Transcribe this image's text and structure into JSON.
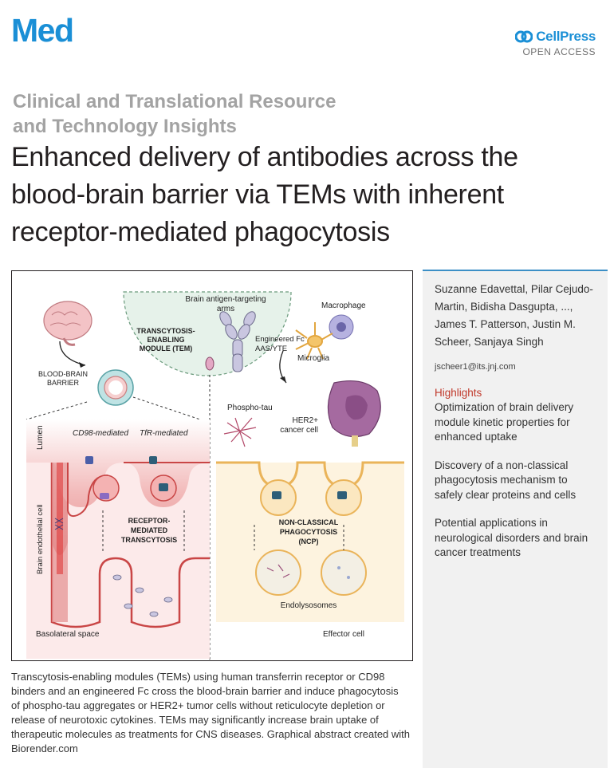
{
  "header": {
    "journal": "Med",
    "publisher": "CellPress",
    "access": "OPEN ACCESS"
  },
  "article": {
    "type_line1": "Clinical and Translational Resource",
    "type_line2": "and Technology Insights",
    "title": "Enhanced delivery of antibodies across the blood-brain barrier via TEMs with inherent receptor-mediated phagocytosis"
  },
  "sidebar": {
    "authors": "Suzanne Edavettal, Pilar Cejudo-Martin, Bidisha Dasgupta, ..., James T. Patterson, Justin M. Scheer, Sanjaya Singh",
    "email": "jscheer1@its.jnj.com",
    "highlights_title": "Highlights",
    "highlights": [
      "Optimization of brain delivery module kinetic properties for enhanced uptake",
      "Discovery of a non-classical phagocytosis mechanism to safely clear proteins and cells",
      "Potential applications in neurological disorders and brain cancer treatments"
    ]
  },
  "graphical_abstract": {
    "labels": {
      "brain_antigen_1": "Brain antigen-targeting",
      "brain_antigen_2": "arms",
      "tem_1": "TRANSCYTOSIS-",
      "tem_2": "ENABLING",
      "tem_3": "MODULE (TEM)",
      "fc_1": "Engineered Fc",
      "fc_2": "AAS/YTE",
      "macrophage": "Macrophage",
      "microglia": "Microglia",
      "bbb_1": "BLOOD-BRAIN",
      "bbb_2": "BARRIER",
      "phospho_tau": "Phospho-tau",
      "her2_1": "HER2+",
      "her2_2": "cancer cell",
      "lumen": "Lumen",
      "cd98": "CD98-mediated",
      "tfr": "TfR-mediated",
      "endothelial": "Brain endothelial cell",
      "rmt_1": "RECEPTOR-",
      "rmt_2": "MEDIATED",
      "rmt_3": "TRANSCYTOSIS",
      "ncp_1": "NON-CLASSICAL",
      "ncp_2": "PHAGOCYTOSIS",
      "ncp_3": "(NCP)",
      "endolysosomes": "Endolysosomes",
      "basolateral": "Basolateral space",
      "effector": "Effector cell"
    },
    "colors": {
      "endothelium": "#e48f8f",
      "endothelium_dark": "#c94646",
      "effector_bg": "#fdf3df",
      "membrane": "#eab45a",
      "receptor": "#2e5e78",
      "antibody": "#c9c6e0"
    }
  },
  "caption": "Transcytosis-enabling modules (TEMs) using human transferrin receptor or CD98 binders and an engineered Fc cross the blood-brain barrier and induce phagocytosis of phospho-tau aggregates or HER2+ tumor cells without reticulocyte depletion or release of neurotoxic cytokines. TEMs may significantly increase brain uptake of therapeutic molecules as treatments for CNS diseases. Graphical abstract created with Biorender.com"
}
